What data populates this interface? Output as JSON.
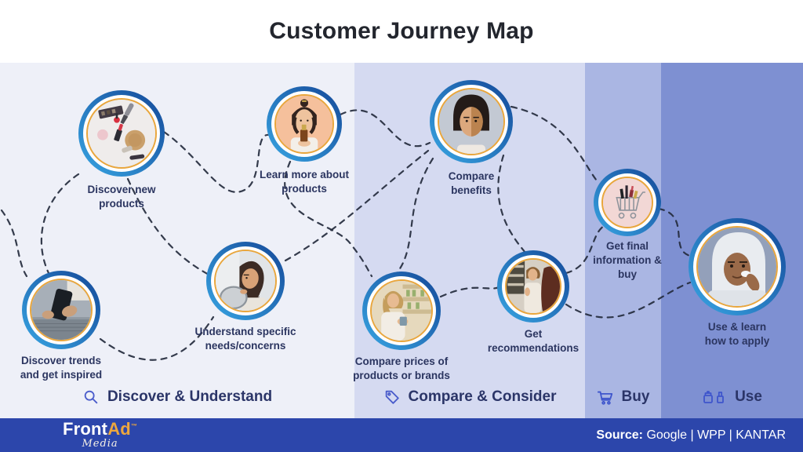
{
  "title": "Customer Journey Map",
  "stages": [
    {
      "label": "Discover & Understand",
      "icon": "magnifier-icon",
      "band_color": "#eef0f8"
    },
    {
      "label": "Compare & Consider",
      "icon": "price-tag-icon",
      "band_color": "#d5daf1"
    },
    {
      "label": "Buy",
      "icon": "shopping-cart-icon",
      "band_color": "#aab6e3"
    },
    {
      "label": "Use",
      "icon": "cosmetics-jar-and-bottle-icon",
      "band_color": "#7e90d2"
    }
  ],
  "nodes": [
    {
      "label": "Discover new products",
      "image": "makeup-flatlay"
    },
    {
      "label": "Learn more about products",
      "image": "woman-holding-serum-bottle"
    },
    {
      "label": "Compare benefits",
      "image": "woman-face-before-after"
    },
    {
      "label": "Discover trends and get inspired",
      "image": "person-browsing-phone-over-laptop"
    },
    {
      "label": "Understand specific needs/concerns",
      "image": "woman-looking-in-mirror"
    },
    {
      "label": "Compare prices of products or brands",
      "image": "woman-shopping-in-store"
    },
    {
      "label": "Get recommendations",
      "image": "women-consulting-in-store"
    },
    {
      "label": "Get final information & buy",
      "image": "mini-cart-with-cosmetics"
    },
    {
      "label": "Use & learn how to apply",
      "image": "woman-applying-face-cream"
    }
  ],
  "footer": {
    "brand": "FrontAd",
    "trademark": "™",
    "brand_sub": "Media",
    "source_label": "Source:",
    "source_value": "Google | WPP | KANTAR"
  },
  "colors": {
    "footer_bg": "#2c46ab",
    "accent_gold": "#e9a63c",
    "node_ring_blue_dark": "#174f9e",
    "node_ring_blue_light": "#359edd",
    "text_navy": "#2b3560",
    "stage_icon_blue": "#4a5ccb",
    "connector_line": "#242b3d"
  }
}
